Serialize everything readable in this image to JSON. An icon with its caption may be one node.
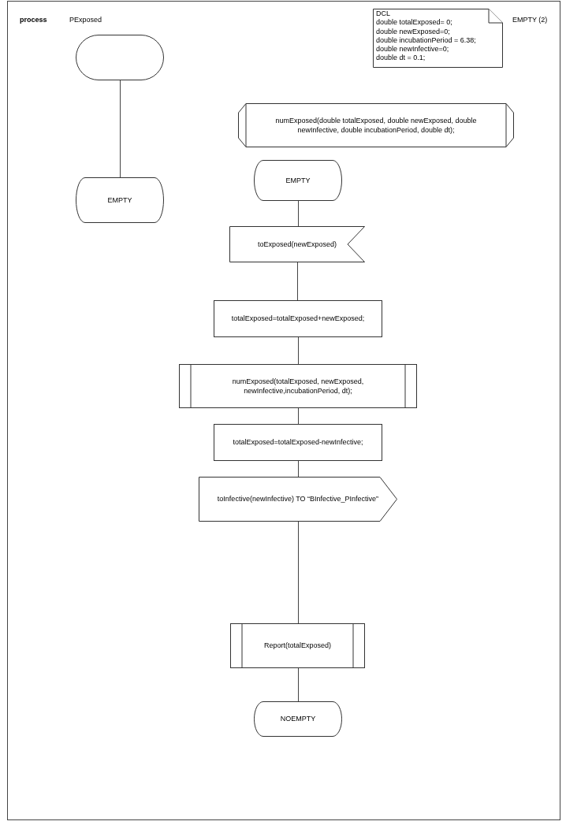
{
  "diagram": {
    "nodes": [
      {
        "text": [],
        "shape": "oval"
      },
      {
        "text": [
          "EMPTY"
        ]
      },
      {
        "text": [
          "DCL",
          "double totalExposed= 0;",
          "double newExposed=0;",
          "double incubationPeriod = 6.38;",
          "double newInfective=0;",
          "double dt = 0.1;"
        ]
      },
      {
        "text": [
          "numExposed(double totalExposed, double newExposed, double newInfective, double incubationPeriod, double dt);"
        ]
      },
      {
        "text": [
          "EMPTY"
        ]
      },
      {
        "text": [
          "toExposed(newExposed)"
        ]
      },
      {
        "text": [
          "totalExposed=totalExposed+newExposed;"
        ]
      },
      {
        "text": [
          "numExposed(totalExposed, newExposed, newInfective,incubationPeriod, dt);"
        ]
      },
      {
        "text": [
          "totalExposed=totalExposed-newInfective;"
        ]
      },
      {
        "text": [
          "toInfective(newInfective) TO “BInfective_PInfective”"
        ]
      },
      {
        "text": [
          "Report(totalExposed)"
        ]
      },
      {
        "text": [
          "NOEMPTY"
        ]
      }
    ],
    "edges": [
      {
        "from": 0,
        "to": 1,
        "arrow": "none"
      },
      {
        "from": 4,
        "to": 5,
        "arrow": "none"
      },
      {
        "from": 5,
        "to": 6,
        "arrow": "none"
      },
      {
        "from": 6,
        "to": 7,
        "arrow": "none"
      },
      {
        "from": 7,
        "to": 8,
        "arrow": "none"
      },
      {
        "from": 8,
        "to": 9,
        "arrow": "none"
      },
      {
        "from": 9,
        "to": 10,
        "arrow": "none"
      },
      {
        "from": 10,
        "to": 11,
        "arrow": "none"
      }
    ],
    "labels": [
      "process",
      "PExposed",
      "EMPTY (2)"
    ]
  }
}
